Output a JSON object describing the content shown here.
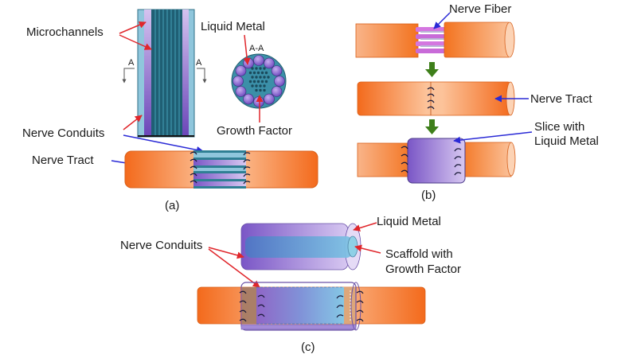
{
  "panel_a": {
    "caption": "(a)",
    "labels": {
      "microchannels": "Microchannels",
      "liquid_metal": "Liquid Metal",
      "section": "A-A",
      "section_mark_left": "A",
      "section_mark_right": "A",
      "growth_factor": "Growth Factor",
      "nerve_conduits": "Nerve Conduits",
      "nerve_tract": "Nerve Tract"
    }
  },
  "panel_b": {
    "caption": "(b)",
    "labels": {
      "nerve_fiber": "Nerve Fiber",
      "nerve_tract": "Nerve Tract",
      "slice_line1": "Slice with",
      "slice_line2": "Liquid Metal"
    }
  },
  "panel_c": {
    "caption": "(c)",
    "labels": {
      "liquid_metal": "Liquid Metal",
      "nerve_conduits": "Nerve Conduits",
      "scaffold_line1": "Scaffold with",
      "scaffold_line2": "Growth Factor"
    }
  },
  "colors": {
    "nerve_orange": "#f47a2e",
    "nerve_light": "#fbc49a",
    "conduit_teal": "#2f7f94",
    "conduit_light": "#8fc6dc",
    "liquid_metal_purple": "#7d5bc4",
    "arrow_red": "#e0262b",
    "arrow_blue": "#2a2ad6",
    "arrow_green": "#3e7f1a"
  }
}
